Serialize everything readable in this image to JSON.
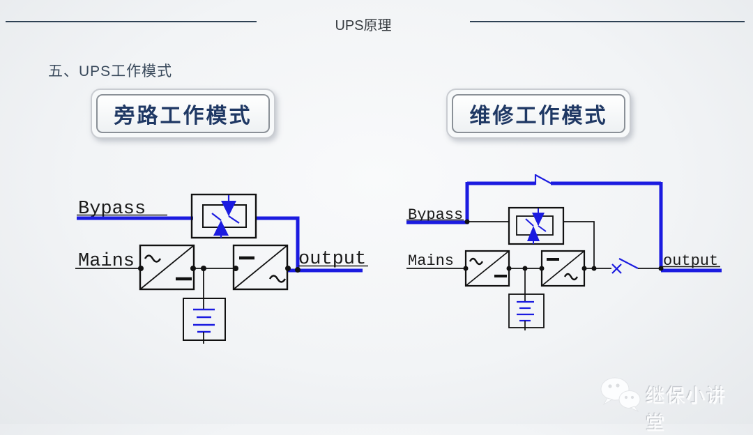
{
  "header": {
    "title": "UPS原理"
  },
  "subtitle": "五、UPS工作模式",
  "left_panel": {
    "title": "旁路工作模式",
    "labels": {
      "bypass": "Bypass",
      "mains": "Mains",
      "output": "output"
    }
  },
  "right_panel": {
    "title": "维修工作模式",
    "labels": {
      "bypass": "Bypass",
      "mains": "Mains",
      "output": "output"
    }
  },
  "watermark": {
    "text": "继保小讲堂",
    "icon": "wechat-icon"
  },
  "colors": {
    "wire_blue": "#1b1be0",
    "wire_black": "#111111",
    "title_navy": "#1f3864",
    "header_line": "#2e4154",
    "background": "#f2f4f6"
  }
}
